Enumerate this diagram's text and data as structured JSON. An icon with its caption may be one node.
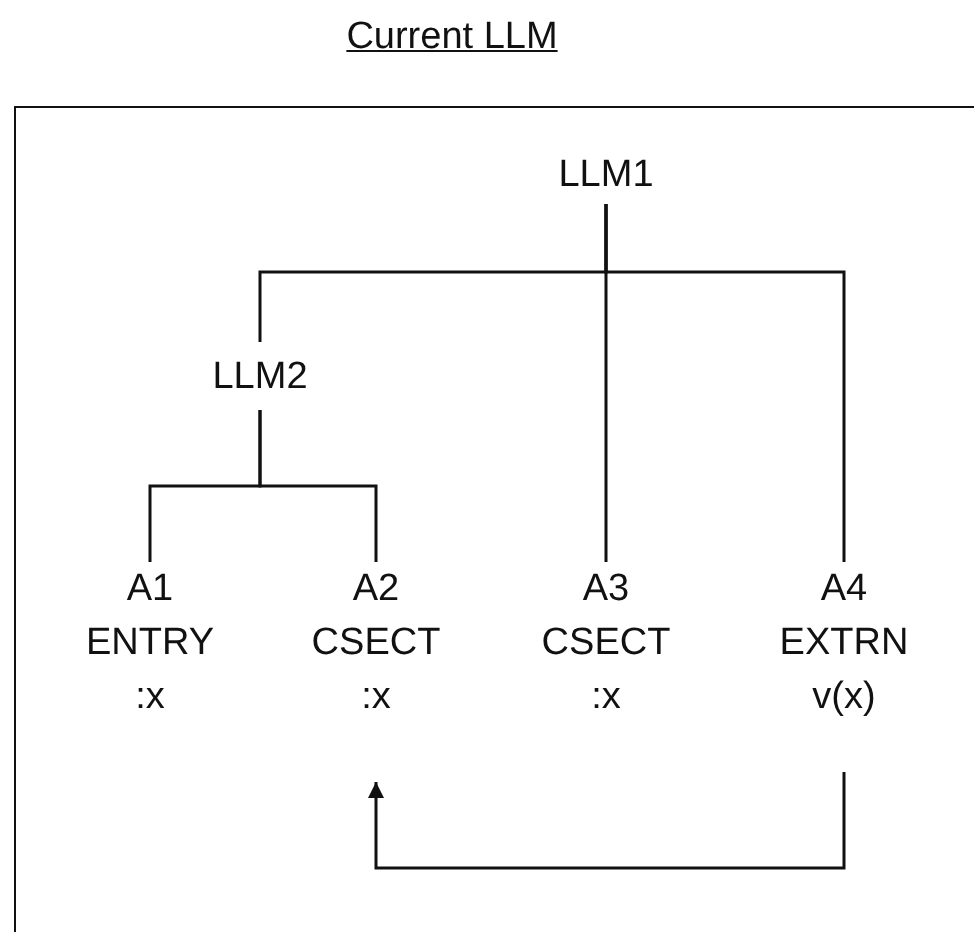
{
  "diagram": {
    "title": "Current LLM",
    "nodes": [
      {
        "text": [],
        "shape": "box"
      },
      {
        "text": [
          "LLM1"
        ],
        "in": 0
      },
      {
        "text": [
          "LLM2"
        ],
        "in": 0
      },
      {
        "text": [
          "A1",
          "ENTRY",
          ":x"
        ],
        "in": 0
      },
      {
        "text": [
          "A2",
          "CSECT",
          ":x"
        ],
        "in": 0
      },
      {
        "text": [
          "A3",
          "CSECT",
          ":x"
        ],
        "in": 0
      },
      {
        "text": [
          "A4",
          "EXTRN",
          "v(x)"
        ],
        "in": 0
      }
    ],
    "edges": [
      {
        "from": 1,
        "to": 2,
        "arrow": "none"
      },
      {
        "from": 1,
        "to": 5,
        "arrow": "none"
      },
      {
        "from": 1,
        "to": 6,
        "arrow": "none"
      },
      {
        "from": 2,
        "to": 3,
        "arrow": "none"
      },
      {
        "from": 2,
        "to": 4,
        "arrow": "none"
      },
      {
        "from": 6,
        "to": 4,
        "arrow": "to"
      }
    ]
  }
}
